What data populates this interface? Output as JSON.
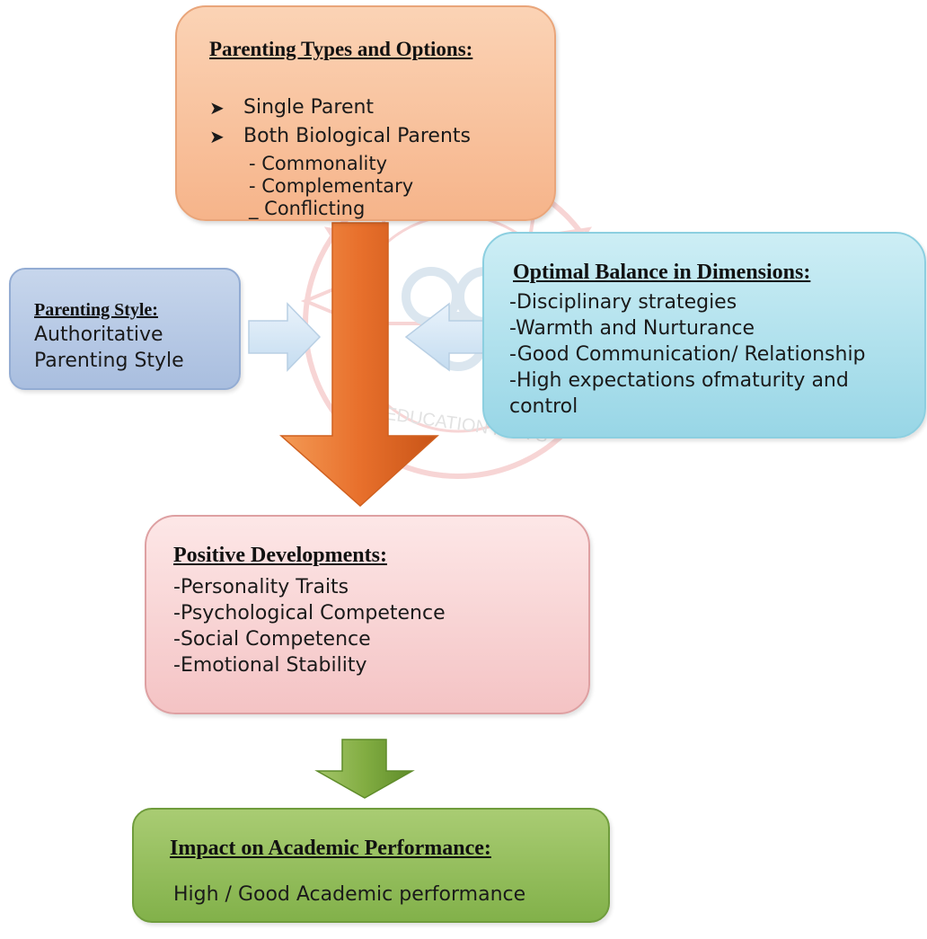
{
  "types": {
    "title": "Parenting Types and Options:",
    "items": [
      "Single Parent",
      "Both Biological Parents"
    ],
    "sub_items": [
      "- Commonality",
      "- Complementary",
      "_ Conflicting"
    ]
  },
  "style": {
    "title": "Parenting Style:",
    "lines": [
      "Authoritative",
      "Parenting Style"
    ]
  },
  "dimensions": {
    "title": "Optimal Balance in Dimensions:",
    "lines": [
      "-Disciplinary strategies",
      "-Warmth and Nurturance",
      "-Good Communication/ Relationship",
      "-High expectations ofmaturity and",
      "control"
    ]
  },
  "developments": {
    "title": "Positive Developments:",
    "lines": [
      "-Personality Traits",
      "-Psychological Competence",
      "-Social Competence",
      "-Emotional Stability"
    ]
  },
  "impact": {
    "title": "Impact on Academic Performance:",
    "body": "High / Good Academic performance"
  },
  "watermark": {
    "text": "EDUCATION FOR S"
  },
  "colors": {
    "types_fill": "#f6b48a",
    "style_fill": "#a9bedf",
    "dims_fill": "#98d6e6",
    "dev_fill": "#f4c3c4",
    "impact_fill": "#82b14a",
    "main_arrow": "#e8702c",
    "down_arrow": "#7ea43e"
  }
}
